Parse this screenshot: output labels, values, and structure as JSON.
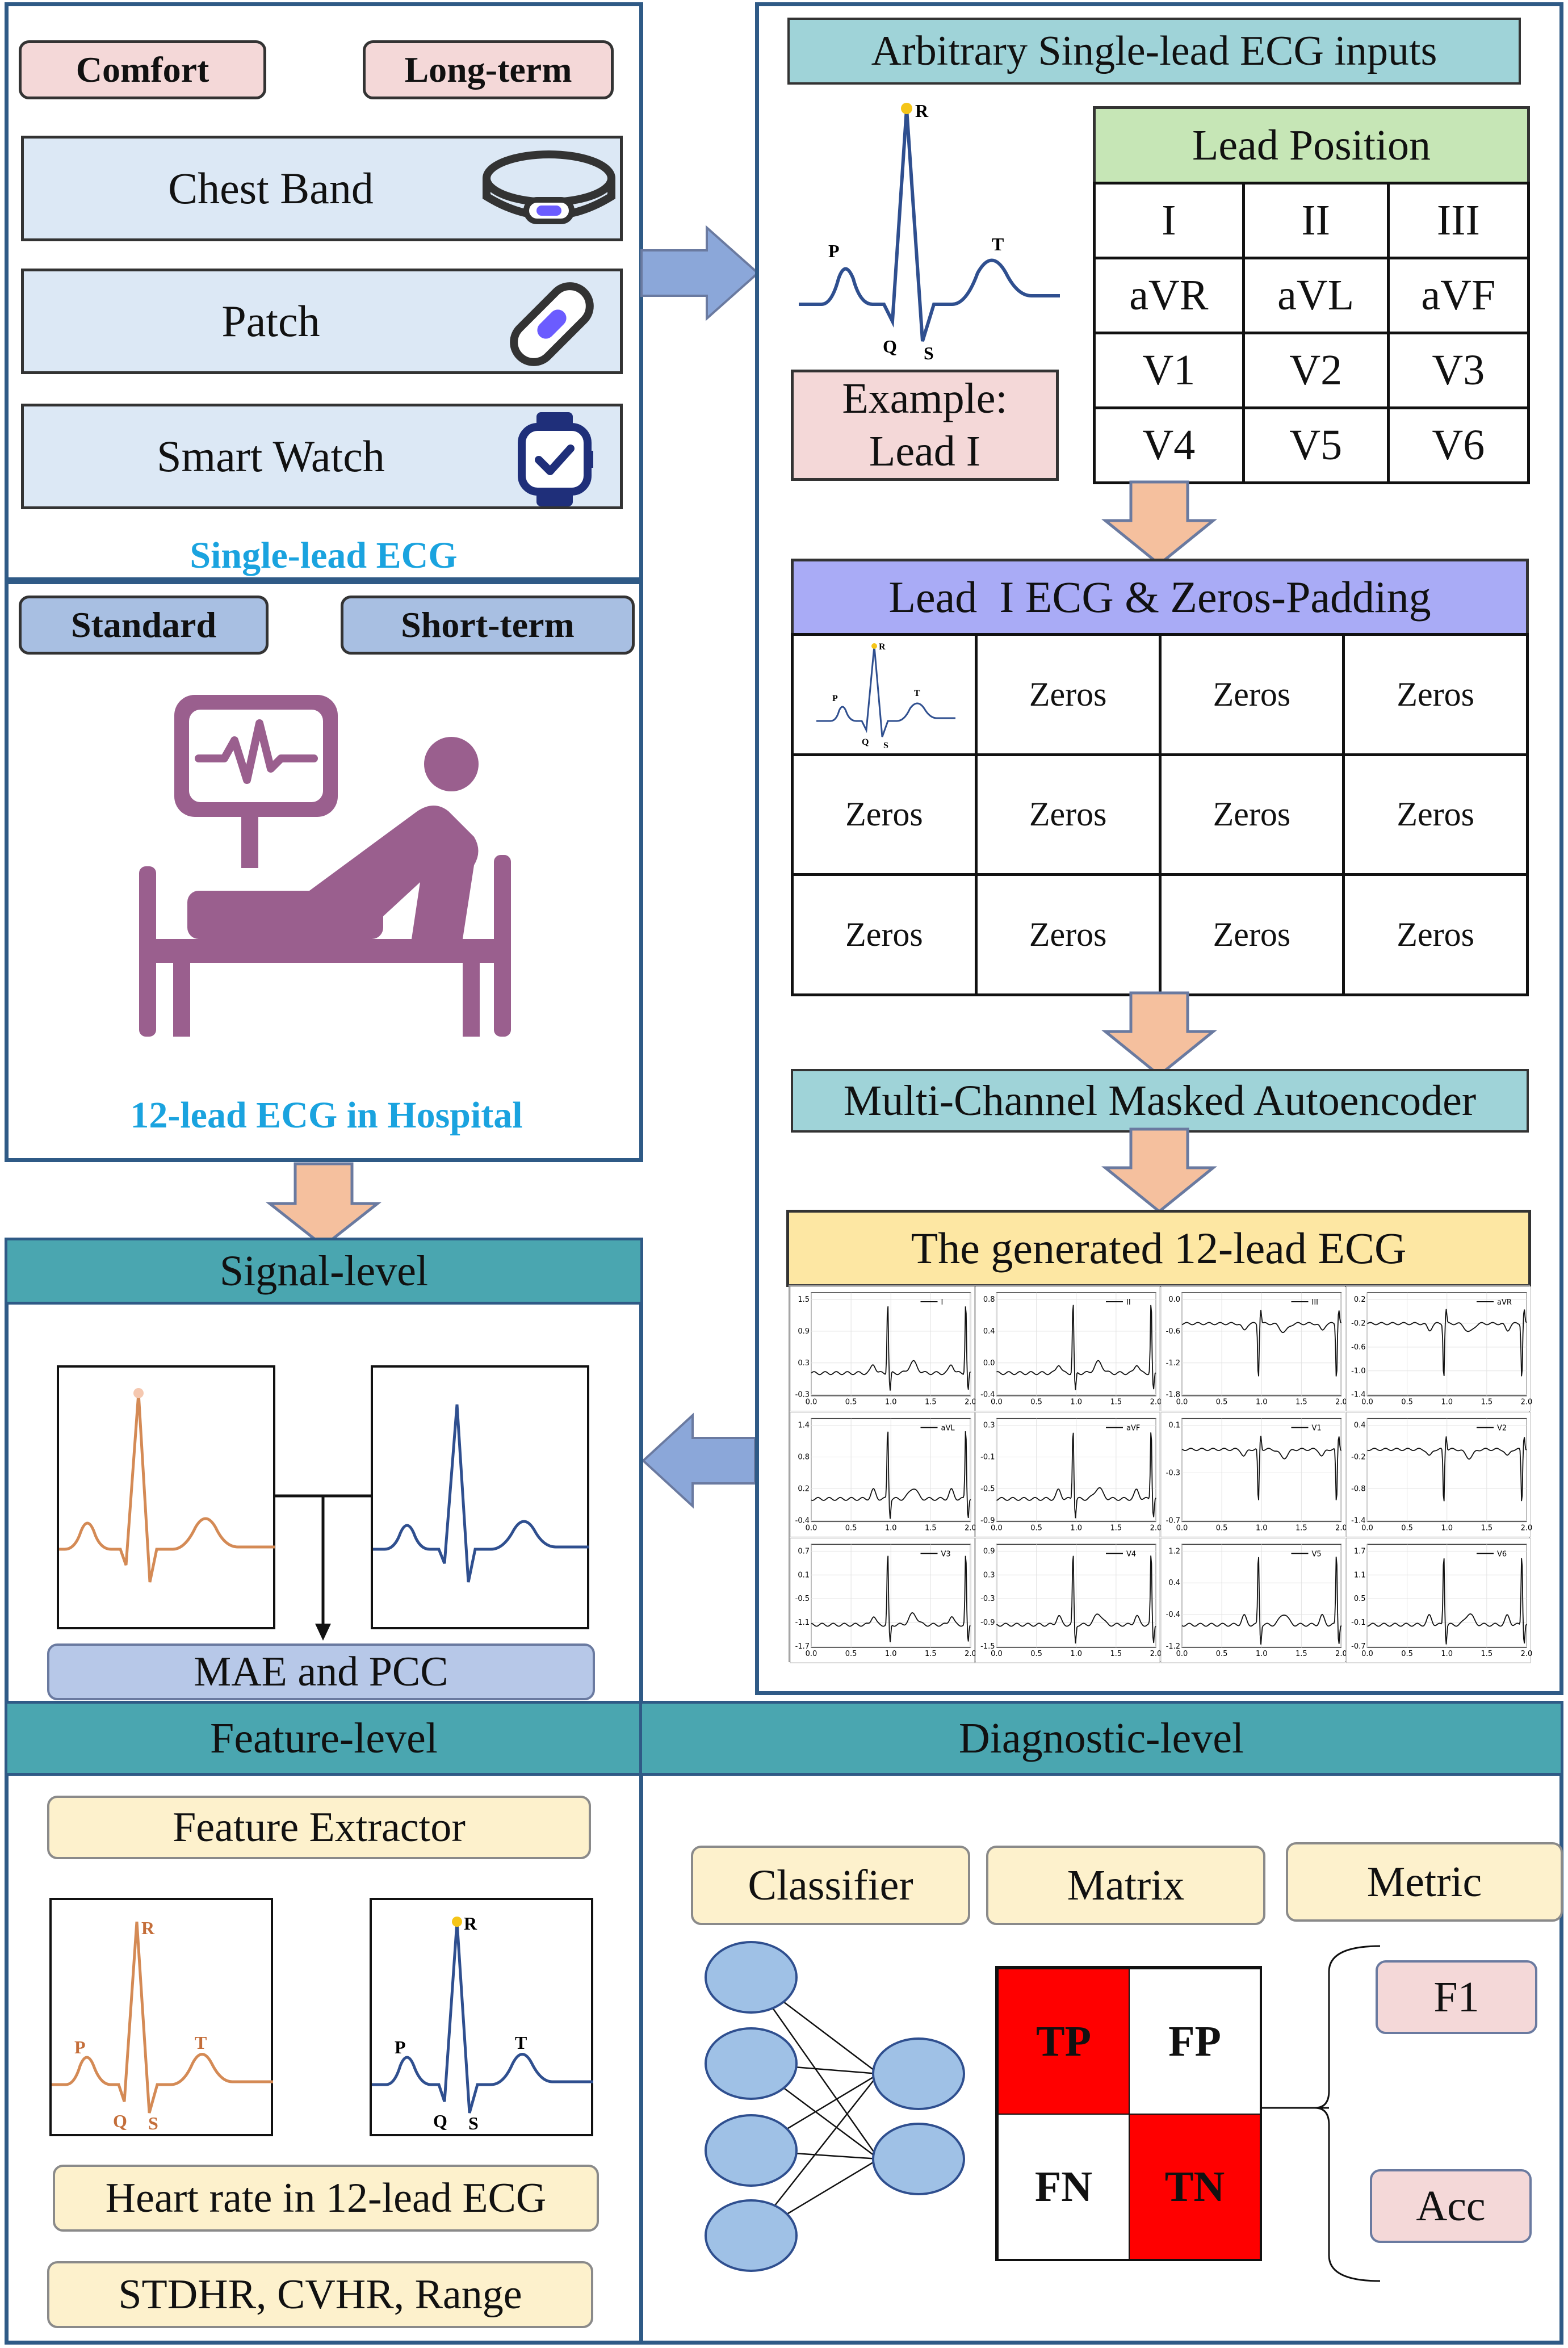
{
  "wearable": {
    "tags": [
      "Comfort",
      "Long-term"
    ],
    "devices": [
      {
        "label": "Chest Band",
        "icon": "chest-band-icon"
      },
      {
        "label": "Patch",
        "icon": "patch-icon"
      },
      {
        "label": "Smart Watch",
        "icon": "smart-watch-icon"
      }
    ],
    "caption": "Single-lead ECG"
  },
  "hospital": {
    "tags": [
      "Standard",
      "Short-term"
    ],
    "caption": "12-lead ECG in Hospital",
    "icon": "hospital-patient-monitor-icon"
  },
  "inputs": {
    "title": "Arbitrary Single-lead ECG inputs",
    "example": [
      "Example:",
      "Lead I"
    ],
    "wave_labels": {
      "p": "P",
      "q": "Q",
      "r": "R",
      "s": "S",
      "t": "T"
    },
    "lead_position": {
      "title": "Lead Position",
      "rows": [
        [
          "I",
          "II",
          "III"
        ],
        [
          "aVR",
          "aVL",
          "aVF"
        ],
        [
          "V1",
          "V2",
          "V3"
        ],
        [
          "V4",
          "V5",
          "V6"
        ]
      ]
    }
  },
  "padding": {
    "title": "Lead  I ECG & Zeros-Padding",
    "cell": "Zeros"
  },
  "model": {
    "title": "Multi-Channel Masked Autoencoder"
  },
  "generated": {
    "title": "The generated 12-lead ECG",
    "x_ticks": [
      "0.0",
      "0.5",
      "1.0",
      "1.5",
      "2.0"
    ],
    "leads": [
      {
        "name": "I",
        "y_ticks": [
          "1.5",
          "0.9",
          "0.3",
          "-0.3"
        ]
      },
      {
        "name": "II",
        "y_ticks": [
          "0.8",
          "0.4",
          "0.0",
          "-0.4"
        ]
      },
      {
        "name": "III",
        "y_ticks": [
          "0.0",
          "-0.6",
          "-1.2",
          "-1.8"
        ]
      },
      {
        "name": "aVR",
        "y_ticks": [
          "0.2",
          "-0.2",
          "-0.6",
          "-1.0",
          "-1.4"
        ]
      },
      {
        "name": "aVL",
        "y_ticks": [
          "1.4",
          "0.8",
          "0.2",
          "-0.4"
        ]
      },
      {
        "name": "aVF",
        "y_ticks": [
          "0.3",
          "-0.1",
          "-0.5",
          "-0.9"
        ]
      },
      {
        "name": "V1",
        "y_ticks": [
          "0.1",
          "-0.3",
          "-0.7"
        ]
      },
      {
        "name": "V2",
        "y_ticks": [
          "0.4",
          "-0.2",
          "-0.8",
          "-1.4"
        ]
      },
      {
        "name": "V3",
        "y_ticks": [
          "0.7",
          "0.1",
          "-0.5",
          "-1.1",
          "-1.7"
        ]
      },
      {
        "name": "V4",
        "y_ticks": [
          "0.9",
          "0.3",
          "-0.3",
          "-0.9",
          "-1.5"
        ]
      },
      {
        "name": "V5",
        "y_ticks": [
          "1.2",
          "0.4",
          "-0.4",
          "-1.2"
        ]
      },
      {
        "name": "V6",
        "y_ticks": [
          "1.7",
          "1.1",
          "0.5",
          "-0.1",
          "-0.7"
        ]
      }
    ]
  },
  "signal": {
    "title": "Signal-level",
    "metric": "MAE and PCC"
  },
  "feature": {
    "title": "Feature-level",
    "extractor": "Feature Extractor",
    "hr": "Heart rate in 12-lead ECG",
    "stats": "STDHR, CVHR, Range"
  },
  "diagnostic": {
    "title": "Diagnostic-level",
    "classifier": "Classifier",
    "matrix": "Matrix",
    "metric": "Metric",
    "cells": [
      "TP",
      "FP",
      "FN",
      "TN"
    ],
    "metrics": [
      "F1",
      "Acc"
    ]
  },
  "colors": {
    "blue_wave": "#2f4f8f",
    "orange_wave": "#d48a55",
    "purple_icon": "#9a5f8e",
    "caption": "#1aa3df",
    "tp_tn": "#ff0000"
  }
}
